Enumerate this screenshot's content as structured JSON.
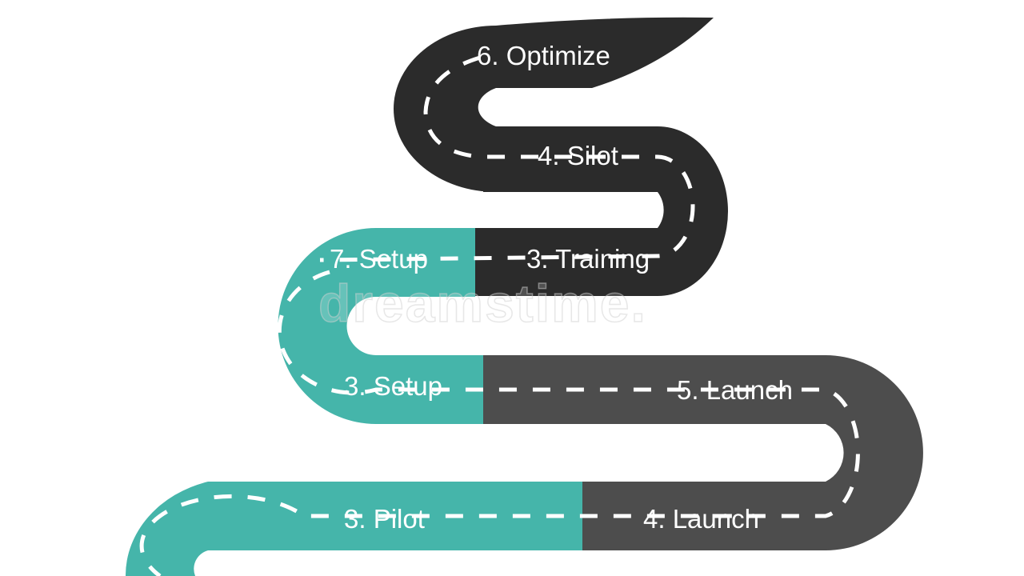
{
  "colors": {
    "road_dark": "#2b2b2b",
    "road_mid": "#4d4d4d",
    "road_teal": "#45b5aa",
    "lane_marking": "#ffffff"
  },
  "stages": [
    {
      "id": "optimize",
      "label": "6. Optimize",
      "color": "road_dark"
    },
    {
      "id": "silot",
      "label": "4. Silot",
      "color": "road_dark"
    },
    {
      "id": "training",
      "label": "3. Training",
      "color": "road_dark"
    },
    {
      "id": "setup-7",
      "label": "7. Setup",
      "color": "road_teal"
    },
    {
      "id": "setup-3",
      "label": "3. Setup",
      "color": "road_teal"
    },
    {
      "id": "launch-5",
      "label": "5. Launch",
      "color": "road_mid"
    },
    {
      "id": "launch-4",
      "label": "4. Launch",
      "color": "road_mid"
    },
    {
      "id": "pilot",
      "label": "3. Pilot",
      "color": "road_teal"
    }
  ],
  "watermark": "dreamstime."
}
